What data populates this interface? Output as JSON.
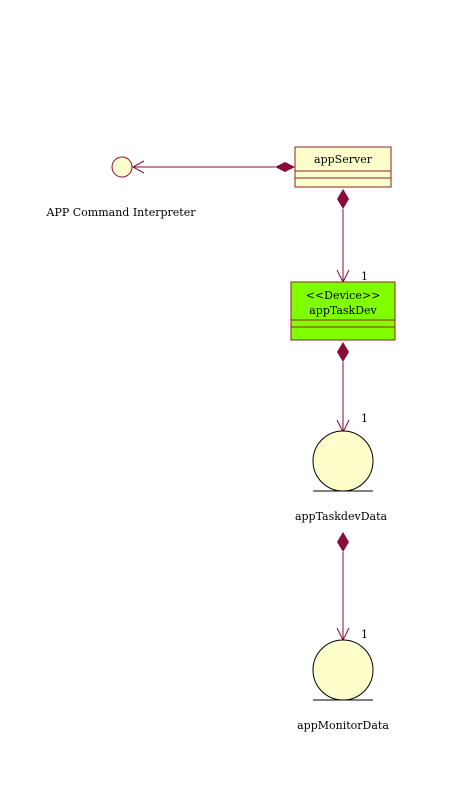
{
  "colors": {
    "line": "#8b0a3a",
    "class_fill": "#ffffcc",
    "device_fill": "#80ff00",
    "entity_fill": "#ffffcc",
    "border": "#8b2222"
  },
  "interface": {
    "label": "APP Command Interpreter",
    "shape": "lollipop-circle"
  },
  "classes": {
    "app_server": {
      "name": "appServer"
    },
    "app_task_dev": {
      "stereotype": "<<Device>>",
      "name": "appTaskDev"
    }
  },
  "entities": {
    "task_dev_data": {
      "name": "appTaskdevData"
    },
    "monitor_data": {
      "name": "appMonitorData"
    }
  },
  "multiplicities": {
    "server_to_taskdev": "1",
    "taskdev_to_taskdevdata": "1",
    "taskdevdata_to_monitordata": "1"
  }
}
